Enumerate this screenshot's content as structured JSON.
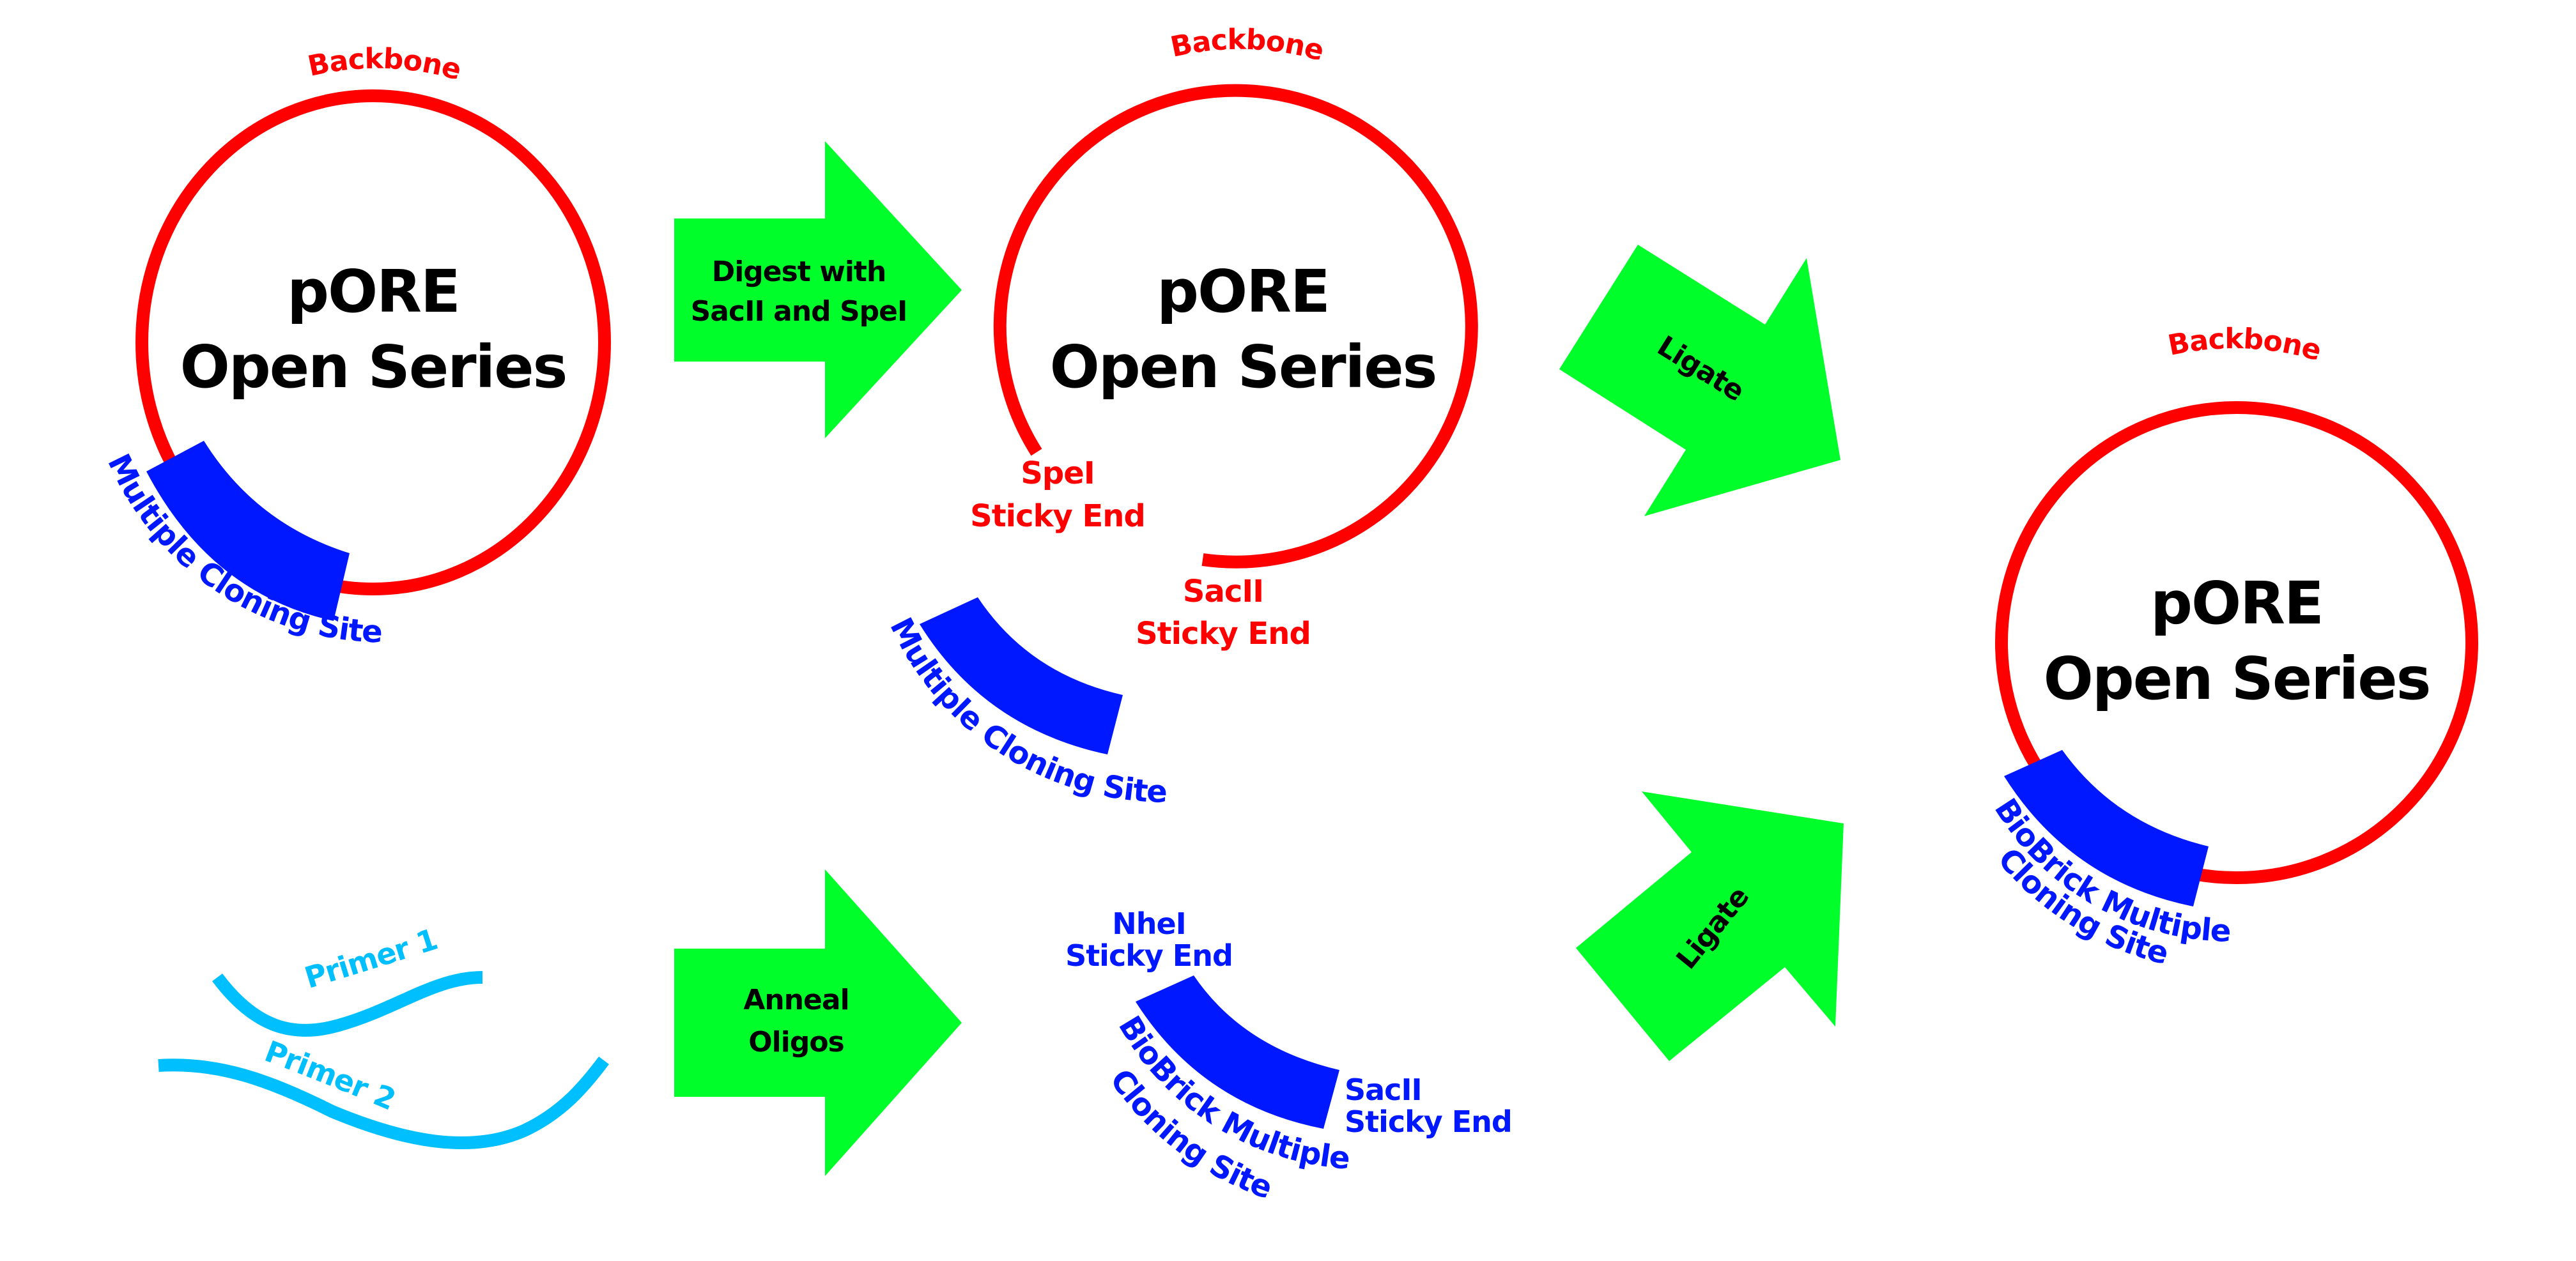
{
  "colors": {
    "backbone": "#FF0000",
    "cloning_site": "#0018FF",
    "arrow": "#00FF2A",
    "primer": "#00BFFF",
    "text": "#000000"
  },
  "plasmid_initial": {
    "title_line1": "pORE",
    "title_line2": "Open Series",
    "backbone_label": "Backbone",
    "insert_label": "Multiple Cloning Site"
  },
  "step_digest": {
    "line1": "Digest with",
    "line2": "SacII and SpeI"
  },
  "plasmid_digested": {
    "title_line1": "pORE",
    "title_line2": "Open Series",
    "backbone_label": "Backbone",
    "end_left_line1": "SpeI",
    "end_left_line2": "Sticky End",
    "end_right_line1": "SacII",
    "end_right_line2": "Sticky End",
    "removed_fragment_label": "Multiple Cloning Site"
  },
  "primers": {
    "primer1": "Primer 1",
    "primer2": "Primer 2"
  },
  "step_anneal": {
    "line1": "Anneal",
    "line2": "Oligos"
  },
  "biobrick_fragment": {
    "label_line1": "BioBrick Multiple",
    "label_line2": "Cloning Site",
    "end_left_line1": "NheI",
    "end_left_line2": "Sticky End",
    "end_right_line1": "SacII",
    "end_right_line2": "Sticky End"
  },
  "step_ligate_top": {
    "label": "Ligate"
  },
  "step_ligate_bottom": {
    "label": "Ligate"
  },
  "plasmid_final": {
    "title_line1": "pORE",
    "title_line2": "Open Series",
    "backbone_label": "Backbone",
    "insert_label_line1": "BioBrick Multiple",
    "insert_label_line2": "Cloning Site"
  }
}
